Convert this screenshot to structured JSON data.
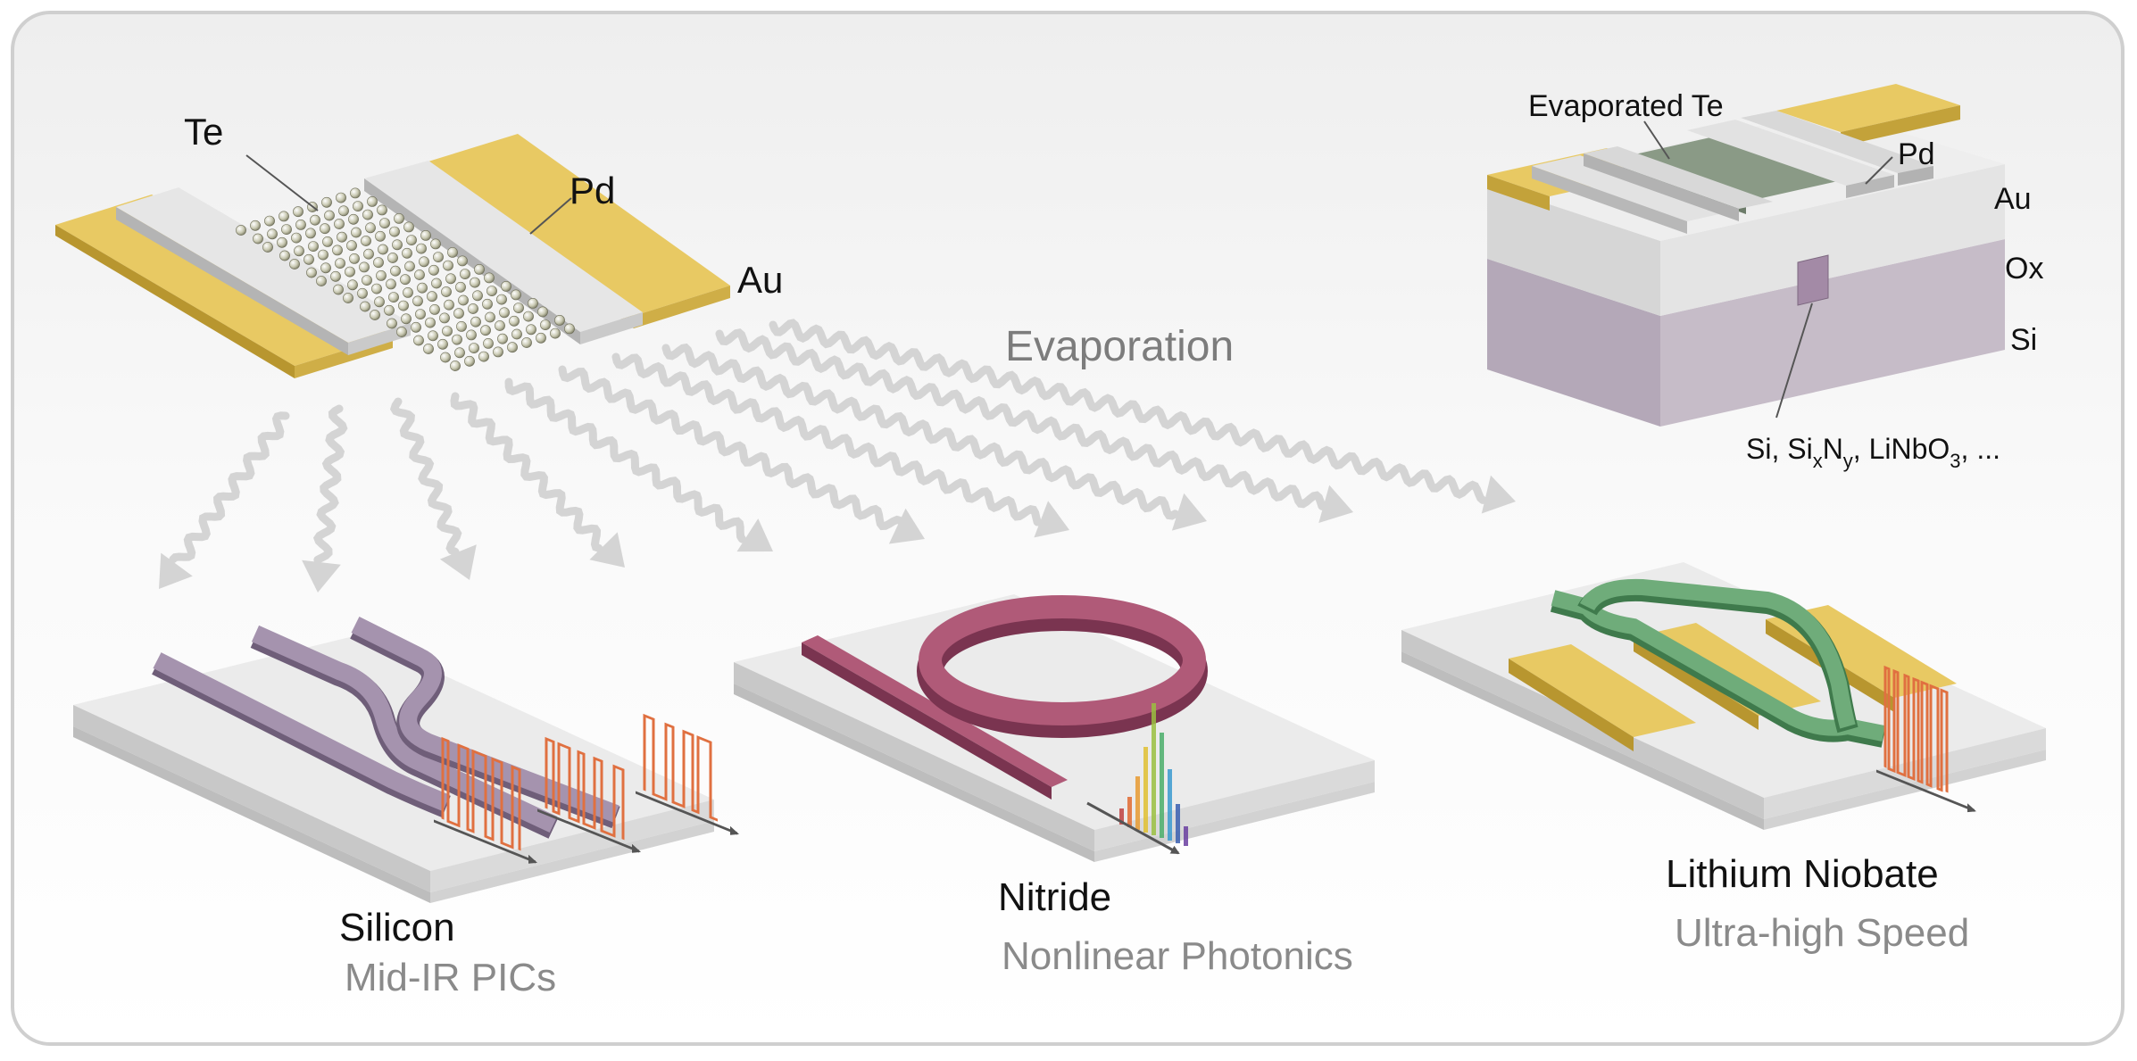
{
  "top_left_device": {
    "te_label": "Te",
    "pd_label": "Pd",
    "au_label": "Au"
  },
  "process_label": "Evaporation",
  "cross_section": {
    "te_label": "Evaporated Te",
    "pd_label": "Pd",
    "au_label": "Au",
    "ox_label": "Ox",
    "si_label": "Si",
    "core_materials": {
      "p1": "Si, Si",
      "s1": "x",
      "p2": "N",
      "s2": "y",
      "p3": ", LiNbO",
      "s3": "3",
      "p4": ", ..."
    }
  },
  "platforms": [
    {
      "title": "Silicon",
      "subtitle": "Mid-IR PICs"
    },
    {
      "title": "Nitride",
      "subtitle": "Nonlinear Photonics"
    },
    {
      "title": "Lithium Niobate",
      "subtitle": "Ultra-high Speed"
    }
  ],
  "colors": {
    "gold": "#e2c25a",
    "silver": "#dcdcdc",
    "si_waveguide": "#9b8aa4",
    "nitride_ring": "#a2506a",
    "ln_waveguide": "#5e9a6a",
    "signal": "#e07040",
    "arrow": "#d4d4d4"
  }
}
